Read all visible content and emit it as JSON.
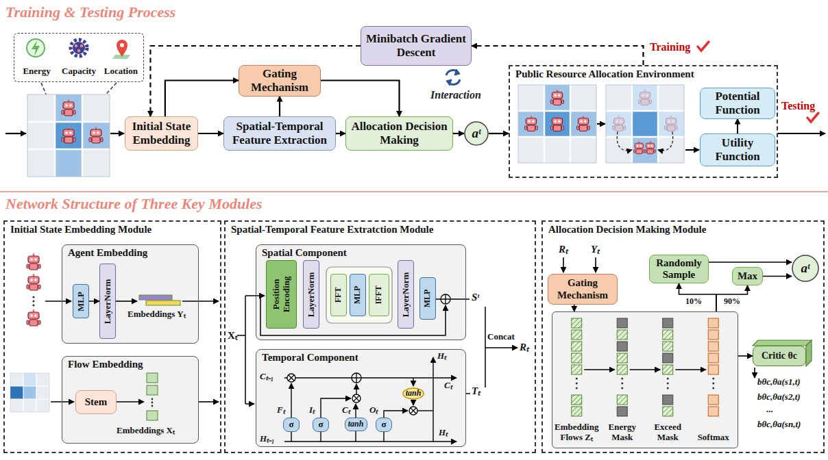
{
  "diagram": {
    "nodes": [
      {
        "text": [
          "Minibatch Gradient Descent"
        ]
      },
      {
        "text": [
          "Initial State Embedding"
        ]
      },
      {
        "text": [
          "Gating Mechanism"
        ]
      },
      {
        "text": [
          "Spatial-Temporal Feature Extraction"
        ]
      },
      {
        "text": [
          "Allocation Decision Making"
        ]
      },
      {
        "text": [
          "aᵗ"
        ]
      },
      {
        "text": [
          "Public Resource Allocation Environment"
        ]
      },
      {
        "text": [
          "Potential Function"
        ],
        "in": 6
      },
      {
        "text": [
          "Utility Function"
        ],
        "in": 6
      },
      {
        "text": [
          "Initial State Embedding Module"
        ]
      },
      {
        "text": [
          "Agent Embedding"
        ],
        "in": 9
      },
      {
        "text": [
          "MLP"
        ],
        "in": 10
      },
      {
        "text": [
          "LayerNorm"
        ],
        "in": 10
      },
      {
        "text": [
          "Flow Embedding"
        ],
        "in": 9
      },
      {
        "text": [
          "Stem"
        ],
        "in": 13
      },
      {
        "text": [
          "Spatial-Temporal Feature Extratction Module"
        ]
      },
      {
        "text": [
          "Spatial Component"
        ],
        "in": 15
      },
      {
        "text": [
          "Position Encoding"
        ],
        "in": 16
      },
      {
        "text": [
          "LayerNorm"
        ],
        "in": 16
      },
      {
        "text": [
          "FFT"
        ],
        "in": 16
      },
      {
        "text": [
          "MLP"
        ],
        "in": 16
      },
      {
        "text": [
          "IFFT"
        ],
        "in": 16
      },
      {
        "text": [
          "LayerNorm"
        ],
        "in": 16
      },
      {
        "text": [
          "MLP"
        ],
        "in": 16
      },
      {
        "text": [
          "Temporal Component"
        ],
        "in": 15
      },
      {
        "text": [
          "σ"
        ],
        "in": 24
      },
      {
        "text": [
          "σ"
        ],
        "in": 24
      },
      {
        "text": [
          "tanh"
        ],
        "in": 24
      },
      {
        "text": [
          "σ"
        ],
        "in": 24
      },
      {
        "text": [
          "tanh"
        ],
        "in": 24
      },
      {
        "text": [
          "Allocation Decision Making Module"
        ]
      },
      {
        "text": [
          "Gating Mechanism"
        ],
        "in": 30
      },
      {
        "text": [
          "Randomly Sample"
        ],
        "in": 30
      },
      {
        "text": [
          "Max"
        ],
        "in": 30
      },
      {
        "text": [
          "aᵗ"
        ],
        "in": 30
      },
      {
        "text": [
          "Critic θc"
        ],
        "in": 30
      },
      {
        "text": [
          "Energy",
          "Capacity",
          "Location"
        ]
      },
      {
        "text": [
          "Embedding Flows Zₜ",
          "Energy Mask",
          "Exceed Mask",
          "Softmax"
        ],
        "in": 30
      }
    ],
    "edges": [
      {
        "from": 1,
        "to": 3,
        "arrow": "to"
      },
      {
        "from": 1,
        "to": 2,
        "arrow": "to"
      },
      {
        "from": 3,
        "to": 2,
        "arrow": "to"
      },
      {
        "from": 2,
        "to": 4,
        "arrow": "to"
      },
      {
        "from": 3,
        "to": 4,
        "arrow": "to"
      },
      {
        "from": 4,
        "to": 5,
        "arrow": "to"
      },
      {
        "from": 5,
        "to": 6,
        "arrow": "to"
      },
      {
        "from": 6,
        "to": 0,
        "arrow": "to"
      },
      {
        "from": 0,
        "to": 1,
        "arrow": "to"
      },
      {
        "from": 8,
        "to": 7,
        "arrow": "to"
      },
      {
        "from": 11,
        "to": 12,
        "arrow": "to"
      },
      {
        "from": 32,
        "to": 34,
        "arrow": "to"
      },
      {
        "from": 33,
        "to": 34,
        "arrow": "to"
      },
      {
        "from": 31,
        "to": 37,
        "arrow": "to"
      },
      {
        "from": 37,
        "to": 35,
        "arrow": "to"
      },
      {
        "from": 37,
        "to": 32,
        "arrow": "to"
      },
      {
        "from": 37,
        "to": 33,
        "arrow": "to"
      }
    ],
    "labels": [
      "Training & Testing Process",
      "Interaction",
      "Training",
      "Testing",
      "Network Structure of Three Key Modules",
      "Embeddings Yₜ",
      "Embeddings Xₜ",
      "Xₜ",
      "Sᵗ",
      "Tₜ",
      "Concat",
      "Rₜ",
      "Cₜ₋₁",
      "Fₜ",
      "Iₜ",
      "Cₜ",
      "Oₜ",
      "Hₜ₋₁",
      "Hₜ",
      "Cₜ",
      "Hₜ",
      "Rₜ",
      "Yₜ",
      "10%",
      "90%",
      "bθc,θa(s1,t)",
      "bθc,θa(s2,t)",
      "...",
      "bθc,θa(sn,t)"
    ]
  }
}
